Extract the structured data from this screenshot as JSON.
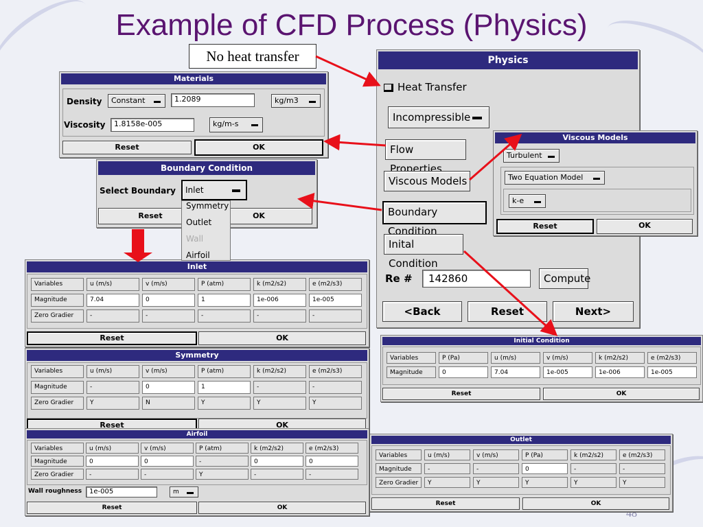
{
  "slide": {
    "title": "Example of CFD Process (Physics)",
    "note": "No heat transfer",
    "page_number": "48"
  },
  "physics": {
    "title": "Physics",
    "heat_transfer": "Heat Transfer",
    "flow_type": "Incompressible",
    "flow_properties": "Flow Properties",
    "viscous_models": "Viscous Models",
    "boundary_condition": "Boundary Condition",
    "initial_condition": "Inital Condition",
    "re_label": "Re #",
    "re_value": "142860",
    "compute": "Compute",
    "back": "<Back",
    "reset": "Reset",
    "next": "Next>"
  },
  "materials": {
    "title": "Materials",
    "density_label": "Density",
    "density_mode": "Constant",
    "density_value": "1.2089",
    "density_unit": "kg/m3",
    "viscosity_label": "Viscosity",
    "viscosity_value": "1.8158e-005",
    "viscosity_unit": "kg/m-s",
    "reset": "Reset",
    "ok": "OK"
  },
  "viscous": {
    "title": "Viscous Models",
    "model": "Turbulent",
    "sub_model": "Two Equation Model",
    "k_model": "k-e",
    "reset": "Reset",
    "ok": "OK"
  },
  "boundary": {
    "title": "Boundary Condition",
    "select_label": "Select Boundary",
    "selected": "Inlet",
    "options": [
      "Symmetry",
      "Outlet",
      "Wall",
      "Airfoil"
    ],
    "reset": "Reset",
    "ok": "OK"
  },
  "inlet": {
    "title": "Inlet",
    "rows": [
      [
        "Variables",
        "u (m/s)",
        "v (m/s)",
        "P (atm)",
        "k (m2/s2)",
        "e (m2/s3)"
      ],
      [
        "Magnitude",
        "7.04",
        "0",
        "1",
        "1e-006",
        "1e-005"
      ],
      [
        "Zero Gradier",
        "-",
        "-",
        "-",
        "-",
        "-"
      ]
    ],
    "reset": "Reset",
    "ok": "OK"
  },
  "symmetry": {
    "title": "Symmetry",
    "rows": [
      [
        "Variables",
        "u (m/s)",
        "v (m/s)",
        "P (atm)",
        "k (m2/s2)",
        "e (m2/s3)"
      ],
      [
        "Magnitude",
        "-",
        "0",
        "1",
        "-",
        "-"
      ],
      [
        "Zero Gradier",
        "Y",
        "N",
        "Y",
        "Y",
        "Y"
      ]
    ],
    "reset": "Reset",
    "ok": "OK"
  },
  "airfoil": {
    "title": "Airfoil",
    "rows": [
      [
        "Variables",
        "u (m/s)",
        "v (m/s)",
        "P (atm)",
        "k (m2/s2)",
        "e (m2/s3)"
      ],
      [
        "Magnitude",
        "0",
        "0",
        "-",
        "0",
        "0"
      ],
      [
        "Zero Gradier",
        "-",
        "-",
        "Y",
        "-",
        "-"
      ]
    ],
    "roughness_label": "Wall roughness",
    "roughness_value": "1e-005",
    "roughness_unit": "m",
    "reset": "Reset",
    "ok": "OK"
  },
  "initial": {
    "title": "Initial Condition",
    "rows": [
      [
        "Variables",
        "P (Pa)",
        "u (m/s)",
        "v (m/s)",
        "k (m2/s2)",
        "e (m2/s3)"
      ],
      [
        "Magnitude",
        "0",
        "7.04",
        "1e-005",
        "1e-006",
        "1e-005"
      ]
    ],
    "reset": "Reset",
    "ok": "OK"
  },
  "outlet": {
    "title": "Outlet",
    "rows": [
      [
        "Variables",
        "u (m/s)",
        "v (m/s)",
        "P (Pa)",
        "k (m2/s2)",
        "e (m2/s3)"
      ],
      [
        "Magnitude",
        "-",
        "-",
        "0",
        "-",
        "-"
      ],
      [
        "Zero Gradier",
        "Y",
        "Y",
        "Y",
        "Y",
        "Y"
      ]
    ],
    "reset": "Reset",
    "ok": "OK"
  },
  "colors": {
    "title": "#5a1470",
    "dialog_title_bar": "#2e2a7e",
    "arrow": "#e8101a"
  }
}
